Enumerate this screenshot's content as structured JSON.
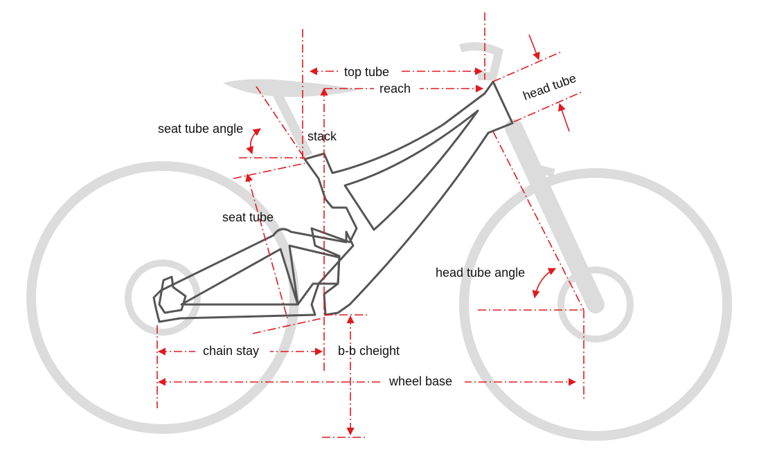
{
  "labels": {
    "top_tube": "top tube",
    "reach": "reach",
    "head_tube": "head tube",
    "seat_tube_angle": "seat tube angle",
    "stack": "stack",
    "seat_tube": "seat tube",
    "head_tube_angle": "head tube angle",
    "chain_stay": "chain stay",
    "bb_height": "b-b cheight",
    "wheel_base": "wheel base"
  },
  "colors": {
    "dimension": "#e0191d",
    "frame": "#555555",
    "ghost_parts": "#dcdcdc",
    "text": "#111111"
  }
}
